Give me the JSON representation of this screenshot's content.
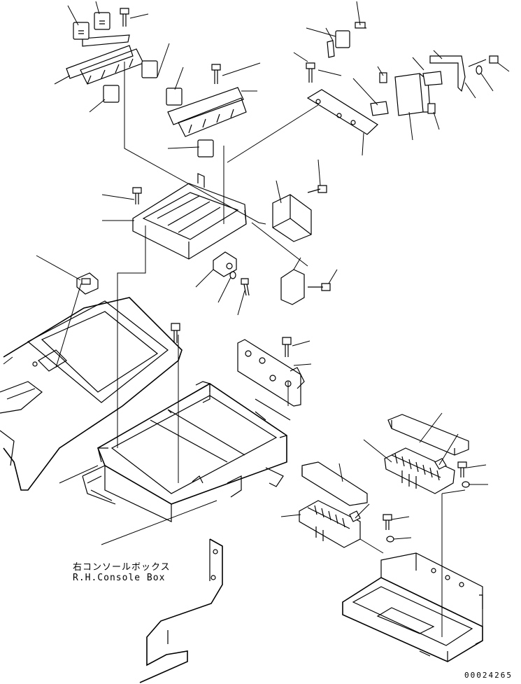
{
  "diagram": {
    "caption_jp": "右コンソールボックス",
    "caption_en": "R.H.Console Box",
    "part_number": "00024265"
  }
}
